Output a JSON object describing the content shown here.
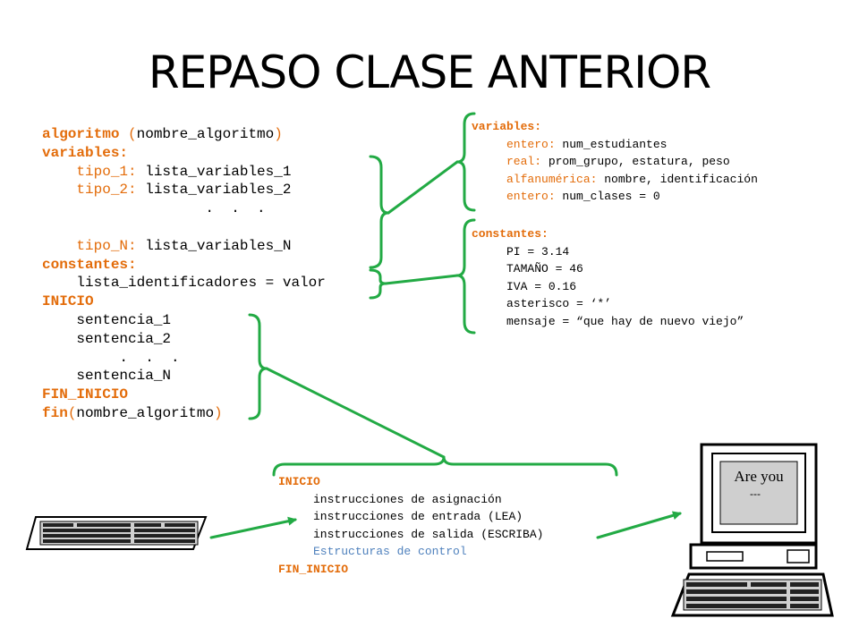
{
  "title": "REPASO CLASE ANTERIOR",
  "algorithm_block": {
    "l1_kw": "algoritmo",
    "l1_paren_open": " (",
    "l1_name": "nombre_algoritmo",
    "l1_paren_close": ")",
    "l2": "variables:",
    "l3_type": "    tipo_1:",
    "l3_rest": " lista_variables_1",
    "l4_type": "    tipo_2:",
    "l4_rest": " lista_variables_2",
    "l5": "                   .  .  .",
    "l7_type": "    tipo_N:",
    "l7_rest": " lista_variables_N",
    "l8": "constantes:",
    "l9": "    lista_identificadores = valor",
    "l10": "INICIO",
    "l11": "    sentencia_1",
    "l12": "    sentencia_2",
    "l13": "         .  .  .",
    "l14": "    sentencia_N",
    "l15": "FIN_INICIO",
    "l16_kw": "fin",
    "l16_paren_open": "(",
    "l16_name": "nombre_algoritmo",
    "l16_paren_close": ")"
  },
  "variables_example": {
    "header": "variables:",
    "rows": [
      {
        "type": "     entero:",
        "rest": " num_estudiantes"
      },
      {
        "type": "     real:",
        "rest": " prom_grupo, estatura, peso"
      },
      {
        "type": "     alfanumérica:",
        "rest": " nombre, identificación"
      },
      {
        "type": "     entero:",
        "rest": " num_clases = 0"
      }
    ]
  },
  "constants_example": {
    "header": "constantes:",
    "rows": [
      "     PI = 3.14",
      "     TAMAÑO = 46",
      "     IVA = 0.16",
      "     asterisco = ‘*’",
      "     mensaje = “que hay de nuevo viejo”"
    ]
  },
  "inicio_example": {
    "header": "INICIO",
    "rows": [
      "     instrucciones de asignación",
      "     instrucciones de entrada (LEA)",
      "     instrucciones de salida (ESCRIBA)"
    ],
    "control": "     Estructuras de control",
    "footer": "FIN_INICIO"
  },
  "monitor_text": {
    "line1": "Are you",
    "line2": "---"
  },
  "colors": {
    "orange": "#e36c0a",
    "blue": "#4f81bd",
    "green": "#22aa44"
  },
  "icons": [
    "keyboard-icon",
    "computer-icon"
  ]
}
